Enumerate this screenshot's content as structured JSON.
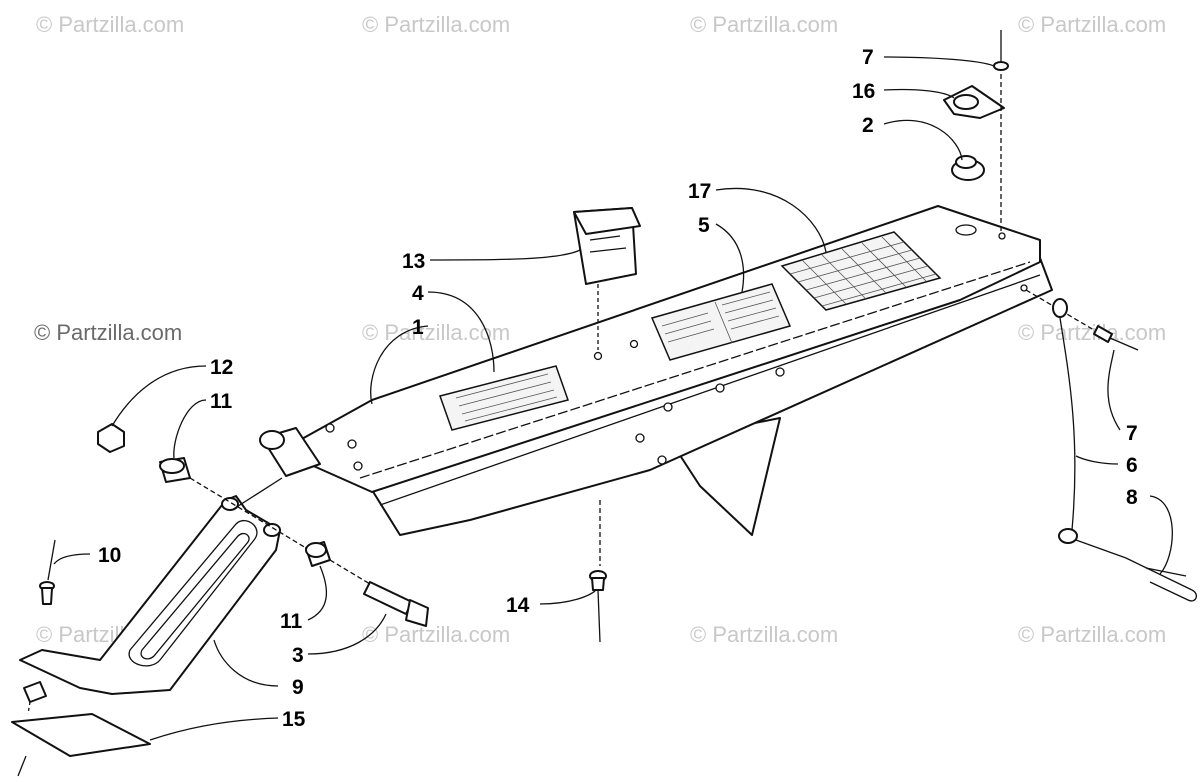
{
  "watermark": {
    "text": "© Partzilla.com"
  },
  "callouts": {
    "c1": "1",
    "c2": "2",
    "c3": "3",
    "c4": "4",
    "c5": "5",
    "c6": "6",
    "c7_top": "7",
    "c7_right": "7",
    "c8": "8",
    "c9": "9",
    "c10": "10",
    "c11_upper": "11",
    "c11_lower": "11",
    "c12": "12",
    "c13": "13",
    "c14": "14",
    "c15": "15",
    "c16": "16",
    "c17": "17"
  }
}
